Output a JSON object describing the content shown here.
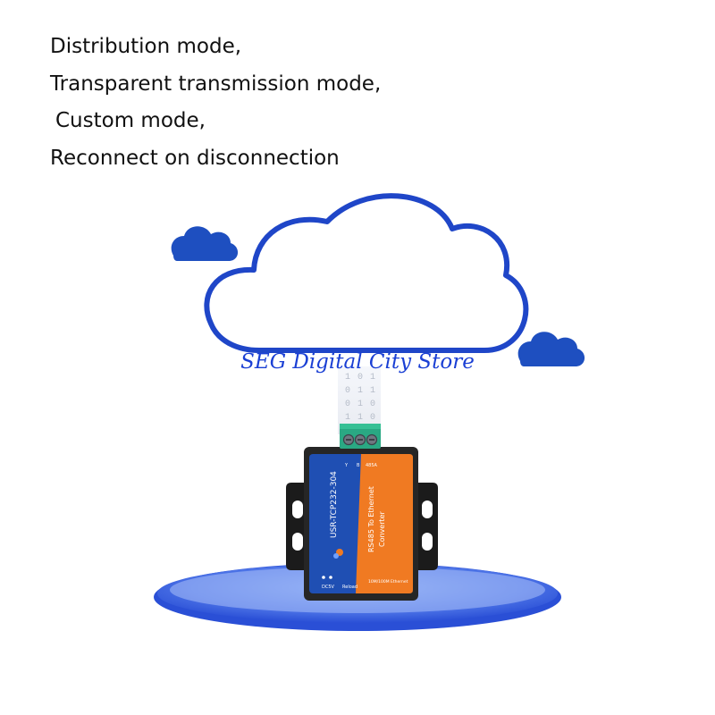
{
  "features": [
    "Distribution mode,",
    "Transparent transmission mode,",
    "Custom mode,",
    "Reconnect on disconnection"
  ],
  "watermark": "SEG Digital City Store",
  "device": {
    "model": "USR-TCP232-304",
    "title_line1": "RS485 To Ethernet",
    "title_line2": "Converter",
    "terminal_labels": [
      "Y",
      "B",
      "485A"
    ],
    "port_labels": [
      "DC5V",
      "Reload",
      "10M/100M Ethernet"
    ]
  },
  "data_stream": [
    "1",
    "0",
    "1",
    "0",
    "1",
    "1",
    "0",
    "1",
    "0",
    "1",
    "1",
    "0"
  ],
  "colors": {
    "cloud_stroke": "#1f46c8",
    "small_cloud_fill": "#1e4fc0",
    "device_blue": "#1f4fb3",
    "device_orange": "#f07a22",
    "terminal_green": "#2aa883",
    "platform_blue": "#2a4fd6",
    "watermark": "#1a3fd4"
  }
}
